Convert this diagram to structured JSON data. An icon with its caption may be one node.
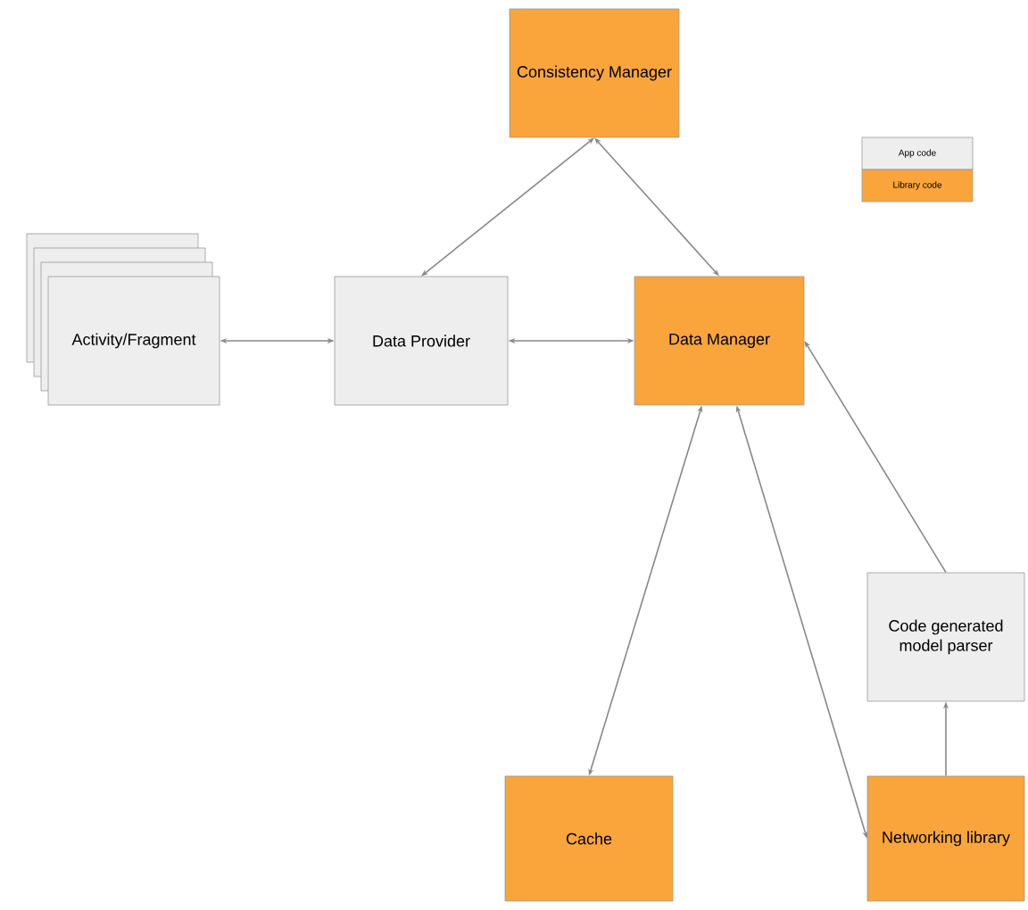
{
  "diagram": {
    "nodes": [
      {
        "text": [
          "Consistency Manager"
        ]
      },
      {
        "text": [
          "Activity/Fragment"
        ]
      },
      {
        "text": [
          "Data Provider"
        ]
      },
      {
        "text": [
          "Data Manager"
        ]
      },
      {
        "text": [
          "Cache"
        ]
      },
      {
        "text": [
          "Code generated model parser"
        ]
      },
      {
        "text": [
          "Networking library"
        ]
      }
    ],
    "edges": [
      {
        "from": 1,
        "to": 2,
        "arrow": "both"
      },
      {
        "from": 2,
        "to": 3,
        "arrow": "both"
      },
      {
        "from": 0,
        "to": 2,
        "arrow": "both"
      },
      {
        "from": 0,
        "to": 3,
        "arrow": "both"
      },
      {
        "from": 3,
        "to": 4,
        "arrow": "both"
      },
      {
        "from": 3,
        "to": 6,
        "arrow": "both"
      },
      {
        "from": 6,
        "to": 5,
        "arrow": "to"
      },
      {
        "from": 5,
        "to": 3,
        "arrow": "to"
      }
    ],
    "legend": [
      {
        "text": "App code",
        "color": "#eeeeee"
      },
      {
        "text": "Library code",
        "color": "#f9a53b"
      }
    ]
  }
}
